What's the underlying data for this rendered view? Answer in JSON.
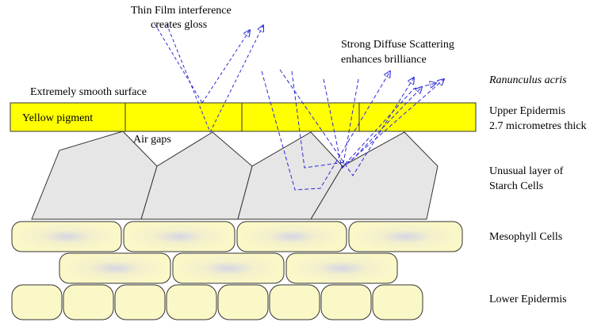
{
  "labels": {
    "thin_film_line1": "Thin Film interference",
    "thin_film_line2": "creates gloss",
    "diffuse_line1": "Strong Diffuse Scattering",
    "diffuse_line2": "enhances brilliance",
    "smooth_surface": "Extremely smooth surface",
    "yellow_pigment": "Yellow pigment",
    "air_gaps": "Air gaps"
  },
  "legend": {
    "species": "Ranunculus acris",
    "upper_epidermis_line1": "Upper Epidermis",
    "upper_epidermis_line2": "2.7 micrometres thick",
    "starch_line1": "Unusual layer of",
    "starch_line2": "Starch Cells",
    "mesophyll": "Mesophyll Cells",
    "lower_epidermis": "Lower Epidermis"
  },
  "colors": {
    "epidermis_fill": "#ffff00",
    "starch_fill": "#e6e6e6",
    "mesophyll_fill": "#fbf8c8",
    "ray": "#2b2bd8"
  }
}
